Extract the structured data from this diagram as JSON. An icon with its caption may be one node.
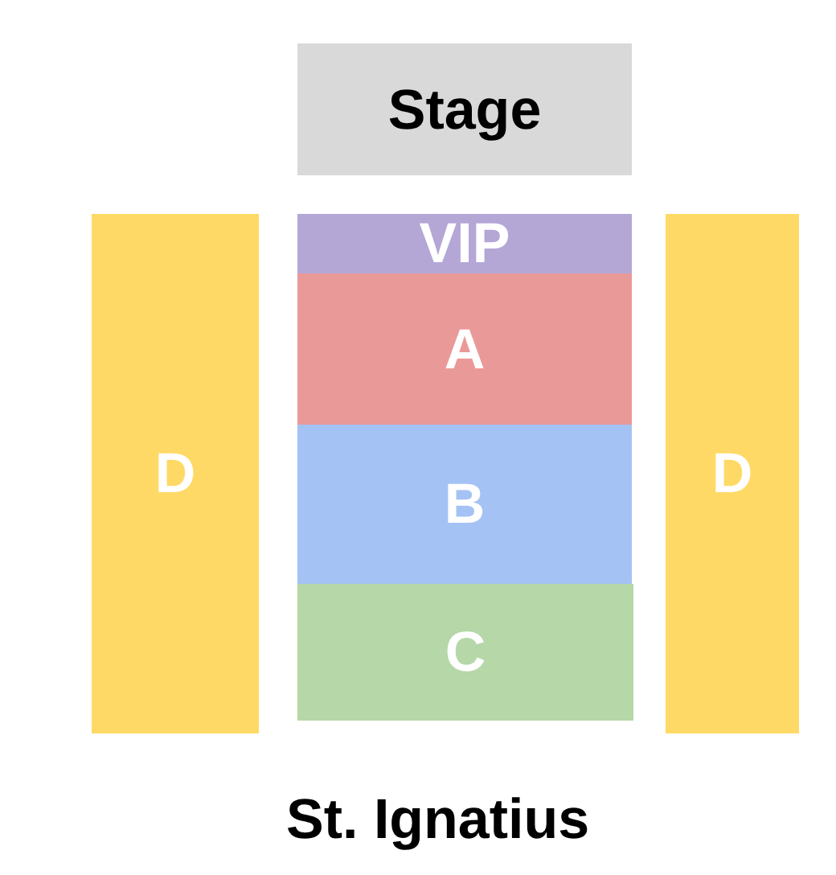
{
  "diagram": {
    "caption": "St. Ignatius",
    "nodes": [
      {
        "text": [
          "Stage"
        ]
      },
      {
        "text": [
          "D"
        ]
      },
      {
        "text": [
          "VIP"
        ]
      },
      {
        "text": [
          "A"
        ]
      },
      {
        "text": [
          "B"
        ]
      },
      {
        "text": [
          "C"
        ]
      },
      {
        "text": [
          "D"
        ]
      }
    ],
    "edges": []
  }
}
